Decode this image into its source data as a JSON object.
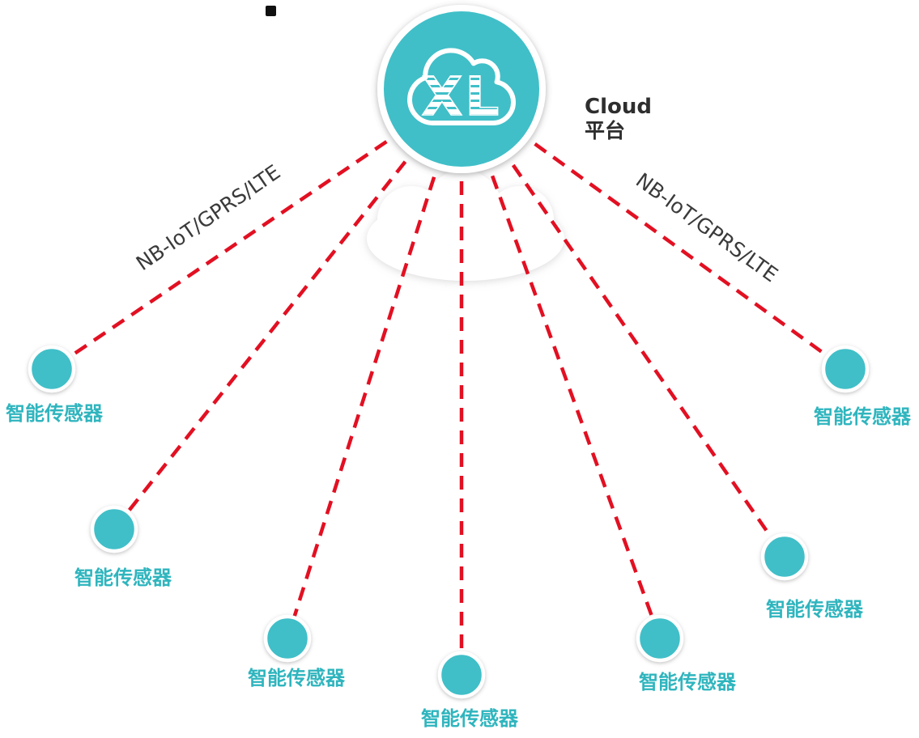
{
  "hub": {
    "logo_text": "XL",
    "caption_en": "Cloud",
    "caption_zh": "平台"
  },
  "links": {
    "left_label": "NB-IoT/GPRS/LTE",
    "right_label": "NB-IoT/GPRS/LTE"
  },
  "sensors": [
    {
      "label": "智能传感器"
    },
    {
      "label": "智能传感器"
    },
    {
      "label": "智能传感器"
    },
    {
      "label": "智能传感器"
    },
    {
      "label": "智能传感器"
    },
    {
      "label": "智能传感器"
    },
    {
      "label": "智能传感器"
    }
  ],
  "colors": {
    "teal": "#3FBFC8",
    "teal_text": "#2FB5BE",
    "red": "#E21022",
    "dark": "#2E2E2E"
  }
}
